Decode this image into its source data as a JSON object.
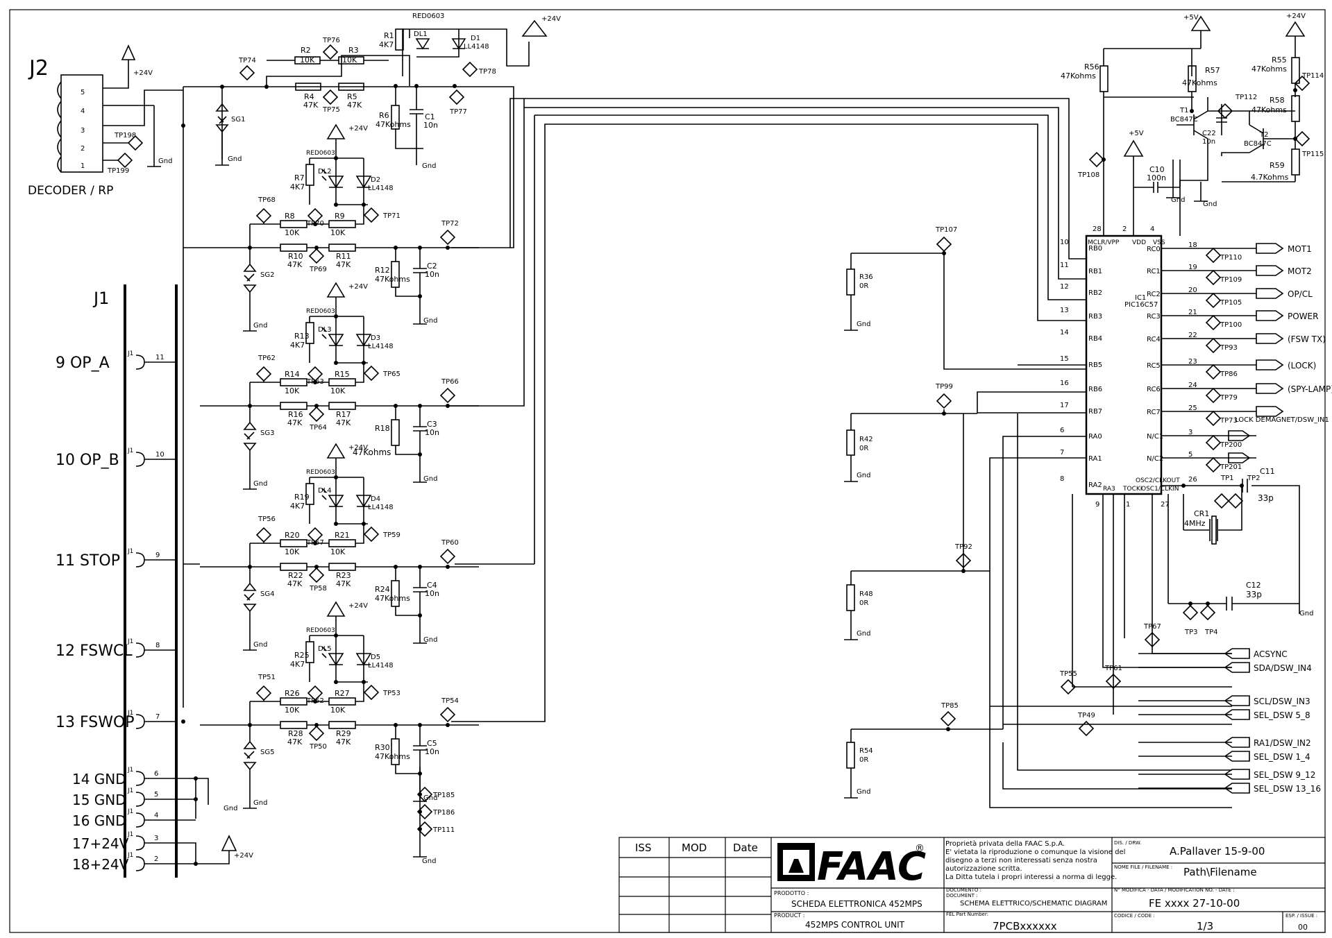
{
  "connectors": {
    "j2": {
      "ref": "J2",
      "pins": [
        "5",
        "4",
        "3",
        "2",
        "1"
      ],
      "supply": "+24V",
      "gnd": "Gnd",
      "tp_a": "TP198",
      "tp_b": "TP199",
      "caption": "DECODER / RP"
    },
    "j1": {
      "ref": "J1",
      "prefix": "J1",
      "rows": [
        {
          "label": "9  OP_A",
          "pin": "11"
        },
        {
          "label": "10  OP_B",
          "pin": "10"
        },
        {
          "label": "11  STOP",
          "pin": "9"
        },
        {
          "label": "12  FSWCL",
          "pin": "8"
        },
        {
          "label": "13  FSWOP",
          "pin": "7"
        },
        {
          "label": "14 GND",
          "pin": "6"
        },
        {
          "label": "15 GND",
          "pin": "5"
        },
        {
          "label": "16 GND",
          "pin": "4"
        },
        {
          "label": "17+24V",
          "pin": "3"
        },
        {
          "label": "18+24V",
          "pin": "2"
        }
      ],
      "gnd": "Gnd",
      "supply": "+24V"
    }
  },
  "top_block": {
    "r1": "R1",
    "r1v": "4K7",
    "led_pkg": "RED0603",
    "dl": "DL1",
    "d": "D1",
    "dv": "LL4148",
    "supply": "+24V",
    "r2": "R2",
    "r2v": "10K",
    "r3": "R3",
    "r3v": "10K",
    "r4": "R4",
    "r4v": "47K",
    "r5": "R5",
    "r5v": "47K",
    "r6": "R6",
    "r6v": "47Kohms",
    "c1": "C1",
    "c1v": "10n",
    "sg": "SG1",
    "gnd": "Gnd",
    "tp74": "TP74",
    "tp76": "TP76",
    "tp75": "TP75",
    "tp77": "TP77",
    "tp78": "TP78"
  },
  "channels": [
    {
      "supply": "+24V",
      "pkg": "RED0603",
      "rl": "R7",
      "rlv": "4K7",
      "dl": "DL2",
      "d": "D2",
      "dv": "LL4148",
      "ra": "R8",
      "rav": "10K",
      "rb": "R9",
      "rbv": "10K",
      "rc": "R10",
      "rcv": "47K",
      "rd": "R11",
      "rdv": "47K",
      "rg": "R12",
      "rgv": "47Kohms",
      "c": "C2",
      "cv": "10n",
      "sg": "SG2",
      "gnd": "Gnd",
      "tp_in": "TP68",
      "tp_mid": "TP70",
      "tp_led": "TP71",
      "tp_low": "TP69",
      "tp_out": "TP72"
    },
    {
      "supply": "+24V",
      "pkg": "RED0603",
      "rl": "R13",
      "rlv": "4K7",
      "dl": "DL3",
      "d": "D3",
      "dv": "LL4148",
      "ra": "R14",
      "rav": "10K",
      "rb": "R15",
      "rbv": "10K",
      "rc": "R16",
      "rcv": "47K",
      "rd": "R17",
      "rdv": "47K",
      "rg": "R18",
      "rgv": "",
      "c": "C3",
      "cv": "10n",
      "sg": "SG3",
      "gnd": "Gnd",
      "tp_in": "TP62",
      "tp_mid": "TP63",
      "tp_led": "TP65",
      "tp_low": "TP64",
      "tp_out": "TP66"
    },
    {
      "supply": "+24V",
      "pkg": "RED0603",
      "rl": "R19",
      "rlv": "4K7",
      "dl": "DL4",
      "d": "D4",
      "dv": "LL4148",
      "ra": "R20",
      "rav": "10K",
      "rb": "R21",
      "rbv": "10K",
      "rc": "R22",
      "rcv": "47K",
      "rd": "R23",
      "rdv": "47K",
      "rg": "R24",
      "rgv": "47Kohms",
      "c": "C4",
      "cv": "10n",
      "sg": "SG4",
      "gnd": "Gnd",
      "tp_in": "TP56",
      "tp_mid": "TP57",
      "tp_led": "TP59",
      "tp_low": "TP58",
      "tp_out": "TP60"
    },
    {
      "supply": "+24V",
      "pkg": "RED0603",
      "rl": "R25",
      "rlv": "4K7",
      "dl": "DL5",
      "d": "D5",
      "dv": "LL4148",
      "ra": "R26",
      "rav": "10K",
      "rb": "R27",
      "rbv": "10K",
      "rc": "R28",
      "rcv": "47K",
      "rd": "R29",
      "rdv": "47K",
      "rg": "R30",
      "rgv": "47Kohms",
      "c": "C5",
      "cv": "10n",
      "sg": "SG5",
      "gnd": "Gnd",
      "tp_in": "TP51",
      "tp_mid": "TP52",
      "tp_led": "TP53",
      "tp_low": "TP50",
      "tp_out": "TP54"
    }
  ],
  "r18_note": "47Kohms",
  "bottom_tps": [
    "TP185",
    "TP186",
    "TP111"
  ],
  "bottom_gnd": "Gnd",
  "mid_block": {
    "r36": "R36",
    "r36v": "0R",
    "tp107": "TP107",
    "r42": "R42",
    "r42v": "0R",
    "tp99": "TP99",
    "r48": "R48",
    "r48v": "0R",
    "tp92": "TP92",
    "r54": "R54",
    "r54v": "0R",
    "tp85": "TP85",
    "gnd": "Gnd"
  },
  "ic": {
    "ref": "IC1",
    "part": "PIC16C57",
    "top_pins": [
      {
        "num": "28",
        "name": "MCLR/VPP"
      },
      {
        "num": "2",
        "name": "VDD"
      },
      {
        "num": "4",
        "name": "VSS"
      }
    ],
    "left_pins": [
      {
        "num": "10",
        "name": "RB0"
      },
      {
        "num": "11",
        "name": "RB1"
      },
      {
        "num": "12",
        "name": "RB2"
      },
      {
        "num": "13",
        "name": "RB3"
      },
      {
        "num": "14",
        "name": "RB4"
      },
      {
        "num": "15",
        "name": "RB5"
      },
      {
        "num": "16",
        "name": "RB6"
      },
      {
        "num": "17",
        "name": "RB7"
      },
      {
        "num": "6",
        "name": "RA0"
      },
      {
        "num": "7",
        "name": "RA1"
      },
      {
        "num": "8",
        "name": "RA2"
      }
    ],
    "right_pins": [
      {
        "num": "18",
        "name": "RC0",
        "net": "MOT1",
        "tp": "TP110"
      },
      {
        "num": "19",
        "name": "RC1",
        "net": "MOT2",
        "tp": "TP109"
      },
      {
        "num": "20",
        "name": "RC2",
        "net": "OP/CL",
        "tp": "TP105"
      },
      {
        "num": "21",
        "name": "RC3",
        "net": "POWER",
        "tp": "TP100"
      },
      {
        "num": "22",
        "name": "RC4",
        "net": "(FSW TX)",
        "tp": "TP93"
      },
      {
        "num": "23",
        "name": "RC5",
        "net": "(LOCK)",
        "tp": "TP86"
      },
      {
        "num": "24",
        "name": "RC6",
        "net": "(SPY-LAMP)",
        "tp": "TP79"
      },
      {
        "num": "25",
        "name": "RC7",
        "net": "LOCK DEMAGNET/DSW_IN1",
        "tp": "TP73"
      },
      {
        "num": "3",
        "name": "N/C1",
        "net": "",
        "tp": "TP200"
      },
      {
        "num": "5",
        "name": "N/C2",
        "net": "",
        "tp": "TP201"
      }
    ],
    "bottom_names": {
      "ra3": "RA3",
      "tocki": "TOCKI",
      "osc2": "OSC2/CLKOUT",
      "osc1": "OSC1/CLKIN"
    },
    "bottom_nums": {
      "p9": "9",
      "p1": "1",
      "p27": "27",
      "p26": "26"
    }
  },
  "power": {
    "v5": "+5V",
    "v5b": "+5V",
    "v24": "+24V",
    "r56": "R56",
    "r56v": "47Kohms",
    "r57": "R57",
    "r57v": "47Kohms",
    "r55": "R55",
    "r55v": "47Kohms",
    "r58": "R58",
    "r58v": "47Kohms",
    "r59": "R59",
    "r59v": "4.7Kohms",
    "t1": "T1",
    "t1p": "BC847C",
    "t2": "T2",
    "t2p": "BC847C",
    "c22": "C22",
    "c22v": "10n",
    "c10": "C10",
    "c10v": "100n",
    "tp112": "TP112",
    "tp114": "TP114",
    "tp115": "TP115",
    "tp108": "TP108",
    "gnd": "Gnd"
  },
  "osc": {
    "c11": "C11",
    "c11v": "33p",
    "c12": "C12",
    "c12v": "33p",
    "cr1": "CR1",
    "cr1v": "4MHz",
    "tp1": "TP1",
    "tp2": "TP2",
    "tp3": "TP3",
    "tp4": "TP4",
    "gnd": "Gnd"
  },
  "outputs": [
    {
      "tp": "TP67",
      "net": "ACSYNC"
    },
    {
      "tp": "",
      "net": "SDA/DSW_IN4"
    },
    {
      "tp": "TP55",
      "net": "SCL/DSW_IN3"
    },
    {
      "tp": "TP61",
      "net": "SEL_DSW 5_8"
    },
    {
      "tp": "TP49",
      "net": "RA1/DSW_IN2"
    },
    {
      "tp": "",
      "net": "SEL_DSW 1_4"
    },
    {
      "tp": "",
      "net": "SEL_DSW 9_12"
    },
    {
      "tp": "",
      "net": "SEL_DSW 13_16"
    }
  ],
  "title_block": {
    "iss": "ISS",
    "mod": "MOD",
    "date": "Date",
    "logo": "FAAC",
    "reg": "®",
    "notice": [
      "Proprietà privata della FAAC S.p.A.",
      "E' vietata la riproduzione o comunque la visione del",
      "disegno a terzi non interessati senza nostra",
      "autorizzazione scritta.",
      "La Ditta tutela i propri interessi a norma di legge."
    ],
    "drw_label": "DIS. / DRW.",
    "drw": "A.Pallaver 15-9-00",
    "file_label": "NOME FILE / FILENAME :",
    "file": "Path\\Filename",
    "prodotto_label": "PRODOTTO :",
    "prodotto": "SCHEDA ELETTRONICA 452MPS",
    "documento_label": "DOCUMENTO :",
    "documento_label2": "DOCUMENT :",
    "documento": "SCHEMA ELETTRICO/SCHEMATIC DIAGRAM",
    "mod_label": "N° MODIFICA - DATA / MODIFICATION NO. - DATE :",
    "mod_val": "FE  xxxx    27-10-00",
    "product_label": "PRODUCT :",
    "product": "452MPS CONTROL UNIT",
    "fel_label": "FEL Part Number:",
    "fel": "7PCBxxxxxx",
    "code_label": "CODICE / CODE :",
    "code": "1/3",
    "esp_label": "ESP. / ISSUE :",
    "esp": "00"
  }
}
